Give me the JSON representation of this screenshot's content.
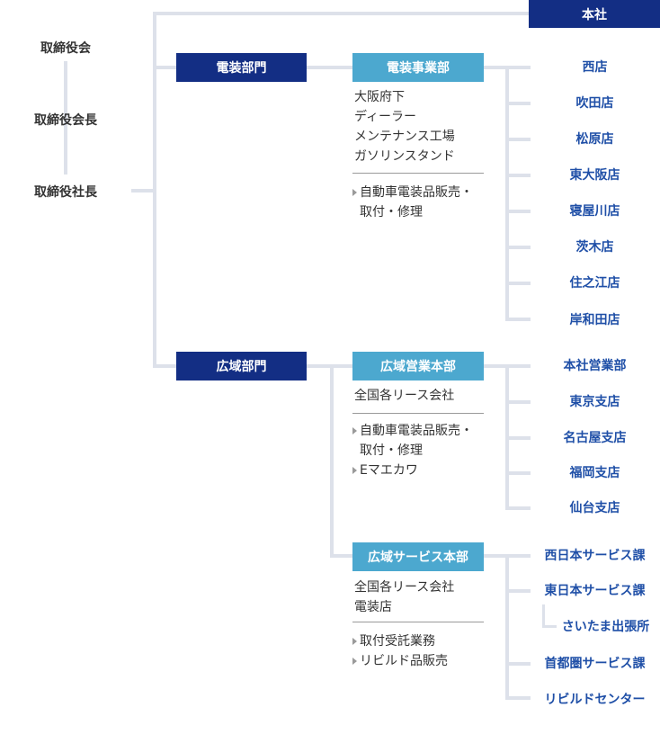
{
  "executives": [
    "取締役会",
    "取締役会長",
    "取締役社長"
  ],
  "head_office": "本社",
  "divisions": [
    {
      "name": "電装部門",
      "units": [
        {
          "name": "電装事業部",
          "desc_lines": [
            "大阪府下",
            "ディーラー",
            "メンテナンス工場",
            "ガソリンスタンド"
          ],
          "bullet_lines": [
            "自動車電装品販売・",
            "取付・修理"
          ],
          "branches": [
            "西店",
            "吹田店",
            "松原店",
            "東大阪店",
            "寝屋川店",
            "茨木店",
            "住之江店",
            "岸和田店"
          ]
        }
      ]
    },
    {
      "name": "広域部門",
      "units": [
        {
          "name": "広域営業本部",
          "desc_lines": [
            "全国各リース会社"
          ],
          "bullet_lines": [
            "自動車電装品販売・",
            "取付・修理",
            "Eマエカワ"
          ],
          "branches": [
            "本社営業部",
            "東京支店",
            "名古屋支店",
            "福岡支店",
            "仙台支店"
          ]
        },
        {
          "name": "広域サービス本部",
          "desc_lines": [
            "全国各リース会社",
            "電装店"
          ],
          "bullet_lines": [
            "取付受託業務",
            "リビルド品販売"
          ],
          "branches": [
            "西日本サービス課",
            "東日本サービス課",
            "さいたま出張所",
            "首都圏サービス課",
            "リビルドセンター"
          ]
        }
      ]
    }
  ],
  "colors": {
    "navy": "#132e84",
    "light_blue": "#4ca8cf",
    "branch_text": "#1f4fa7",
    "line": "#dde1ea"
  }
}
